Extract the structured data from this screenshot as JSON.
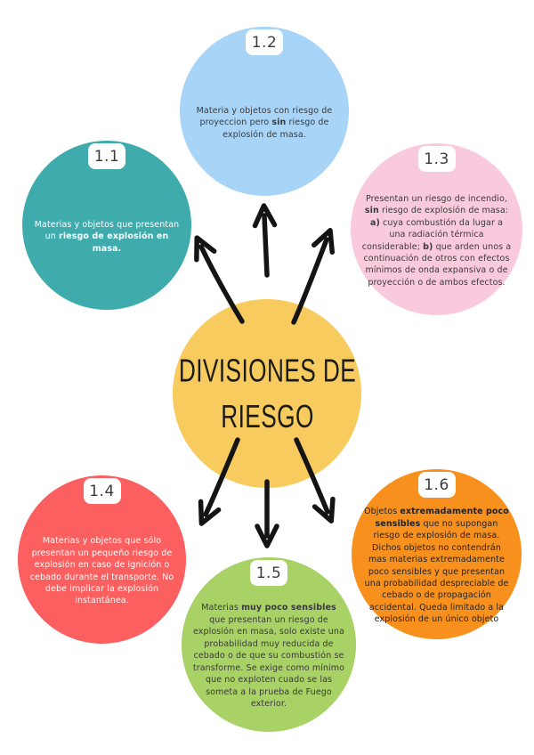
{
  "center": {
    "title_line1": "DIVISIONES DE",
    "title_line2": "RIESGO",
    "color": "#F8CB5F",
    "text_color": "#1b1b1b"
  },
  "colors": {
    "background": "#ffffff",
    "arrow": "#141414",
    "badge_bg": "#ffffff",
    "badge_text": "#3c3c3c"
  },
  "nodes": [
    {
      "label": "1.1",
      "color": "#3FABAC",
      "text_color": "#ffffff",
      "segments": [
        [
          "Materias y objetos que presentan un ",
          0
        ],
        [
          "riesgo de explosión en masa.",
          1
        ]
      ]
    },
    {
      "label": "1.2",
      "color": "#A8D4F7",
      "text_color": "#3a3a3a",
      "segments": [
        [
          "Materia y objetos con riesgo de proyeccion pero ",
          0
        ],
        [
          "sin",
          1
        ],
        [
          " riesgo de explosión de masa.",
          0
        ]
      ]
    },
    {
      "label": "1.3",
      "color": "#F9C9DD",
      "text_color": "#3a3a3a",
      "segments": [
        [
          "Presentan un riesgo de incendio, ",
          0
        ],
        [
          "sin",
          1
        ],
        [
          " riesgo de explosión de masa: ",
          0
        ],
        [
          "a)",
          1
        ],
        [
          " cuya combustión da lugar a una radiación térmica considerable; ",
          0
        ],
        [
          "b)",
          1
        ],
        [
          " que arden unos a continuación de otros con efectos mínimos de onda expansiva o de proyección o de ambos efectos.",
          0
        ]
      ]
    },
    {
      "label": "1.4",
      "color": "#FB5F5F",
      "text_color": "#ffffff",
      "segments": [
        [
          "Materias y objetos que sólo presentan un pequeño riesgo de explosión en caso de ignición o cebado durante el transporte. No debe implicar la explosión instantánea.",
          0
        ]
      ]
    },
    {
      "label": "1.5",
      "color": "#A8D166",
      "text_color": "#3a3a3a",
      "segments": [
        [
          "Materias ",
          0
        ],
        [
          "muy poco sensibles",
          1
        ],
        [
          " que presentan un riesgo de explosión en masa, solo existe una probabilidad muy reducida de cebado o de que su combustión se transforme. Se exige como mínimo que no exploten cuado se las someta a la prueba de Fuego exterior.",
          0
        ]
      ]
    },
    {
      "label": "1.6",
      "color": "#F8901E",
      "text_color": "#222222",
      "segments": [
        [
          "Objetos ",
          0
        ],
        [
          "extremadamente poco sensibles",
          1
        ],
        [
          " que no supongan riesgo de explosión de masa. Dichos objetos no contendrán mas materias extremadamente poco sensibles y que presentan una probabilidad despreciable de cebado o de propagación accidental. Queda limitado a la explosión de un único objeto",
          0
        ]
      ]
    }
  ]
}
